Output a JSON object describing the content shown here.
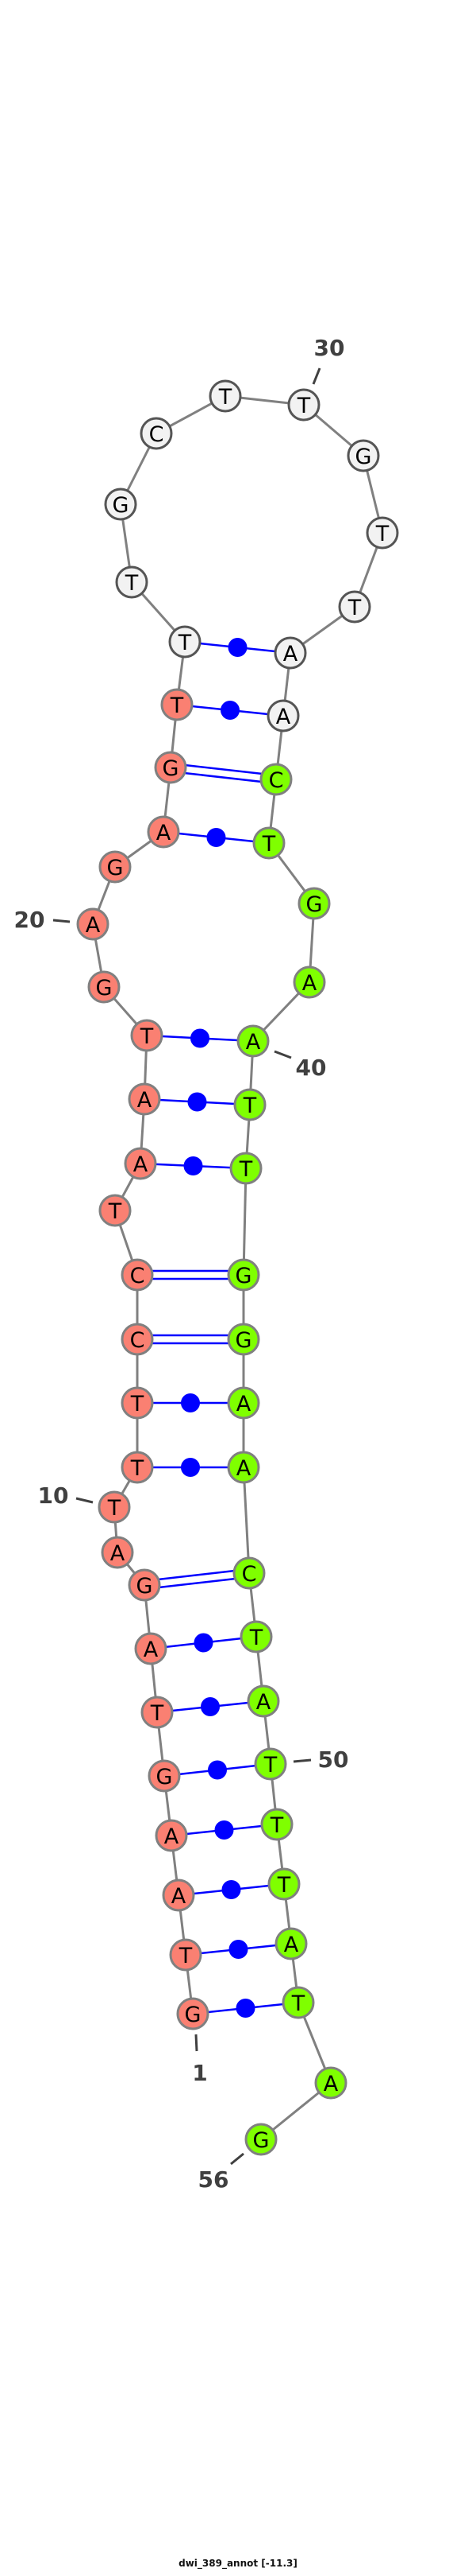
{
  "caption": "dwi_389_annot [-11.3]",
  "sequence": "GTAAGTAGATTTCCTAATGAGAGTTTGCTTGTTAACTGAATTGGAACTATTTATAG",
  "colors": {
    "five_prime_strand": "#fa8072",
    "loop": "#f2f2f2",
    "three_prime_strand": "#7fff00",
    "pair_line": "#0000ff",
    "backbone": "#808080",
    "label": "#404040"
  },
  "regions": [
    {
      "name": "five_prime_strand",
      "from": 1,
      "to": 24
    },
    {
      "name": "loop",
      "from": 25,
      "to": 35
    },
    {
      "name": "three_prime_strand",
      "from": 36,
      "to": 56
    }
  ],
  "pairs": [
    [
      1,
      54
    ],
    [
      2,
      53
    ],
    [
      3,
      52
    ],
    [
      4,
      51
    ],
    [
      5,
      50
    ],
    [
      6,
      49
    ],
    [
      7,
      48
    ],
    [
      8,
      47
    ],
    [
      11,
      46
    ],
    [
      12,
      45
    ],
    [
      13,
      44
    ],
    [
      14,
      43
    ],
    [
      16,
      42
    ],
    [
      17,
      41
    ],
    [
      18,
      40
    ],
    [
      22,
      37
    ],
    [
      23,
      36
    ],
    [
      24,
      35
    ],
    [
      25,
      34
    ]
  ],
  "position_labels": [
    {
      "index": 1,
      "text": "1"
    },
    {
      "index": 10,
      "text": "10"
    },
    {
      "index": 20,
      "text": "20"
    },
    {
      "index": 30,
      "text": "30"
    },
    {
      "index": 40,
      "text": "40"
    },
    {
      "index": 50,
      "text": "50"
    },
    {
      "index": 56,
      "text": "56"
    }
  ]
}
